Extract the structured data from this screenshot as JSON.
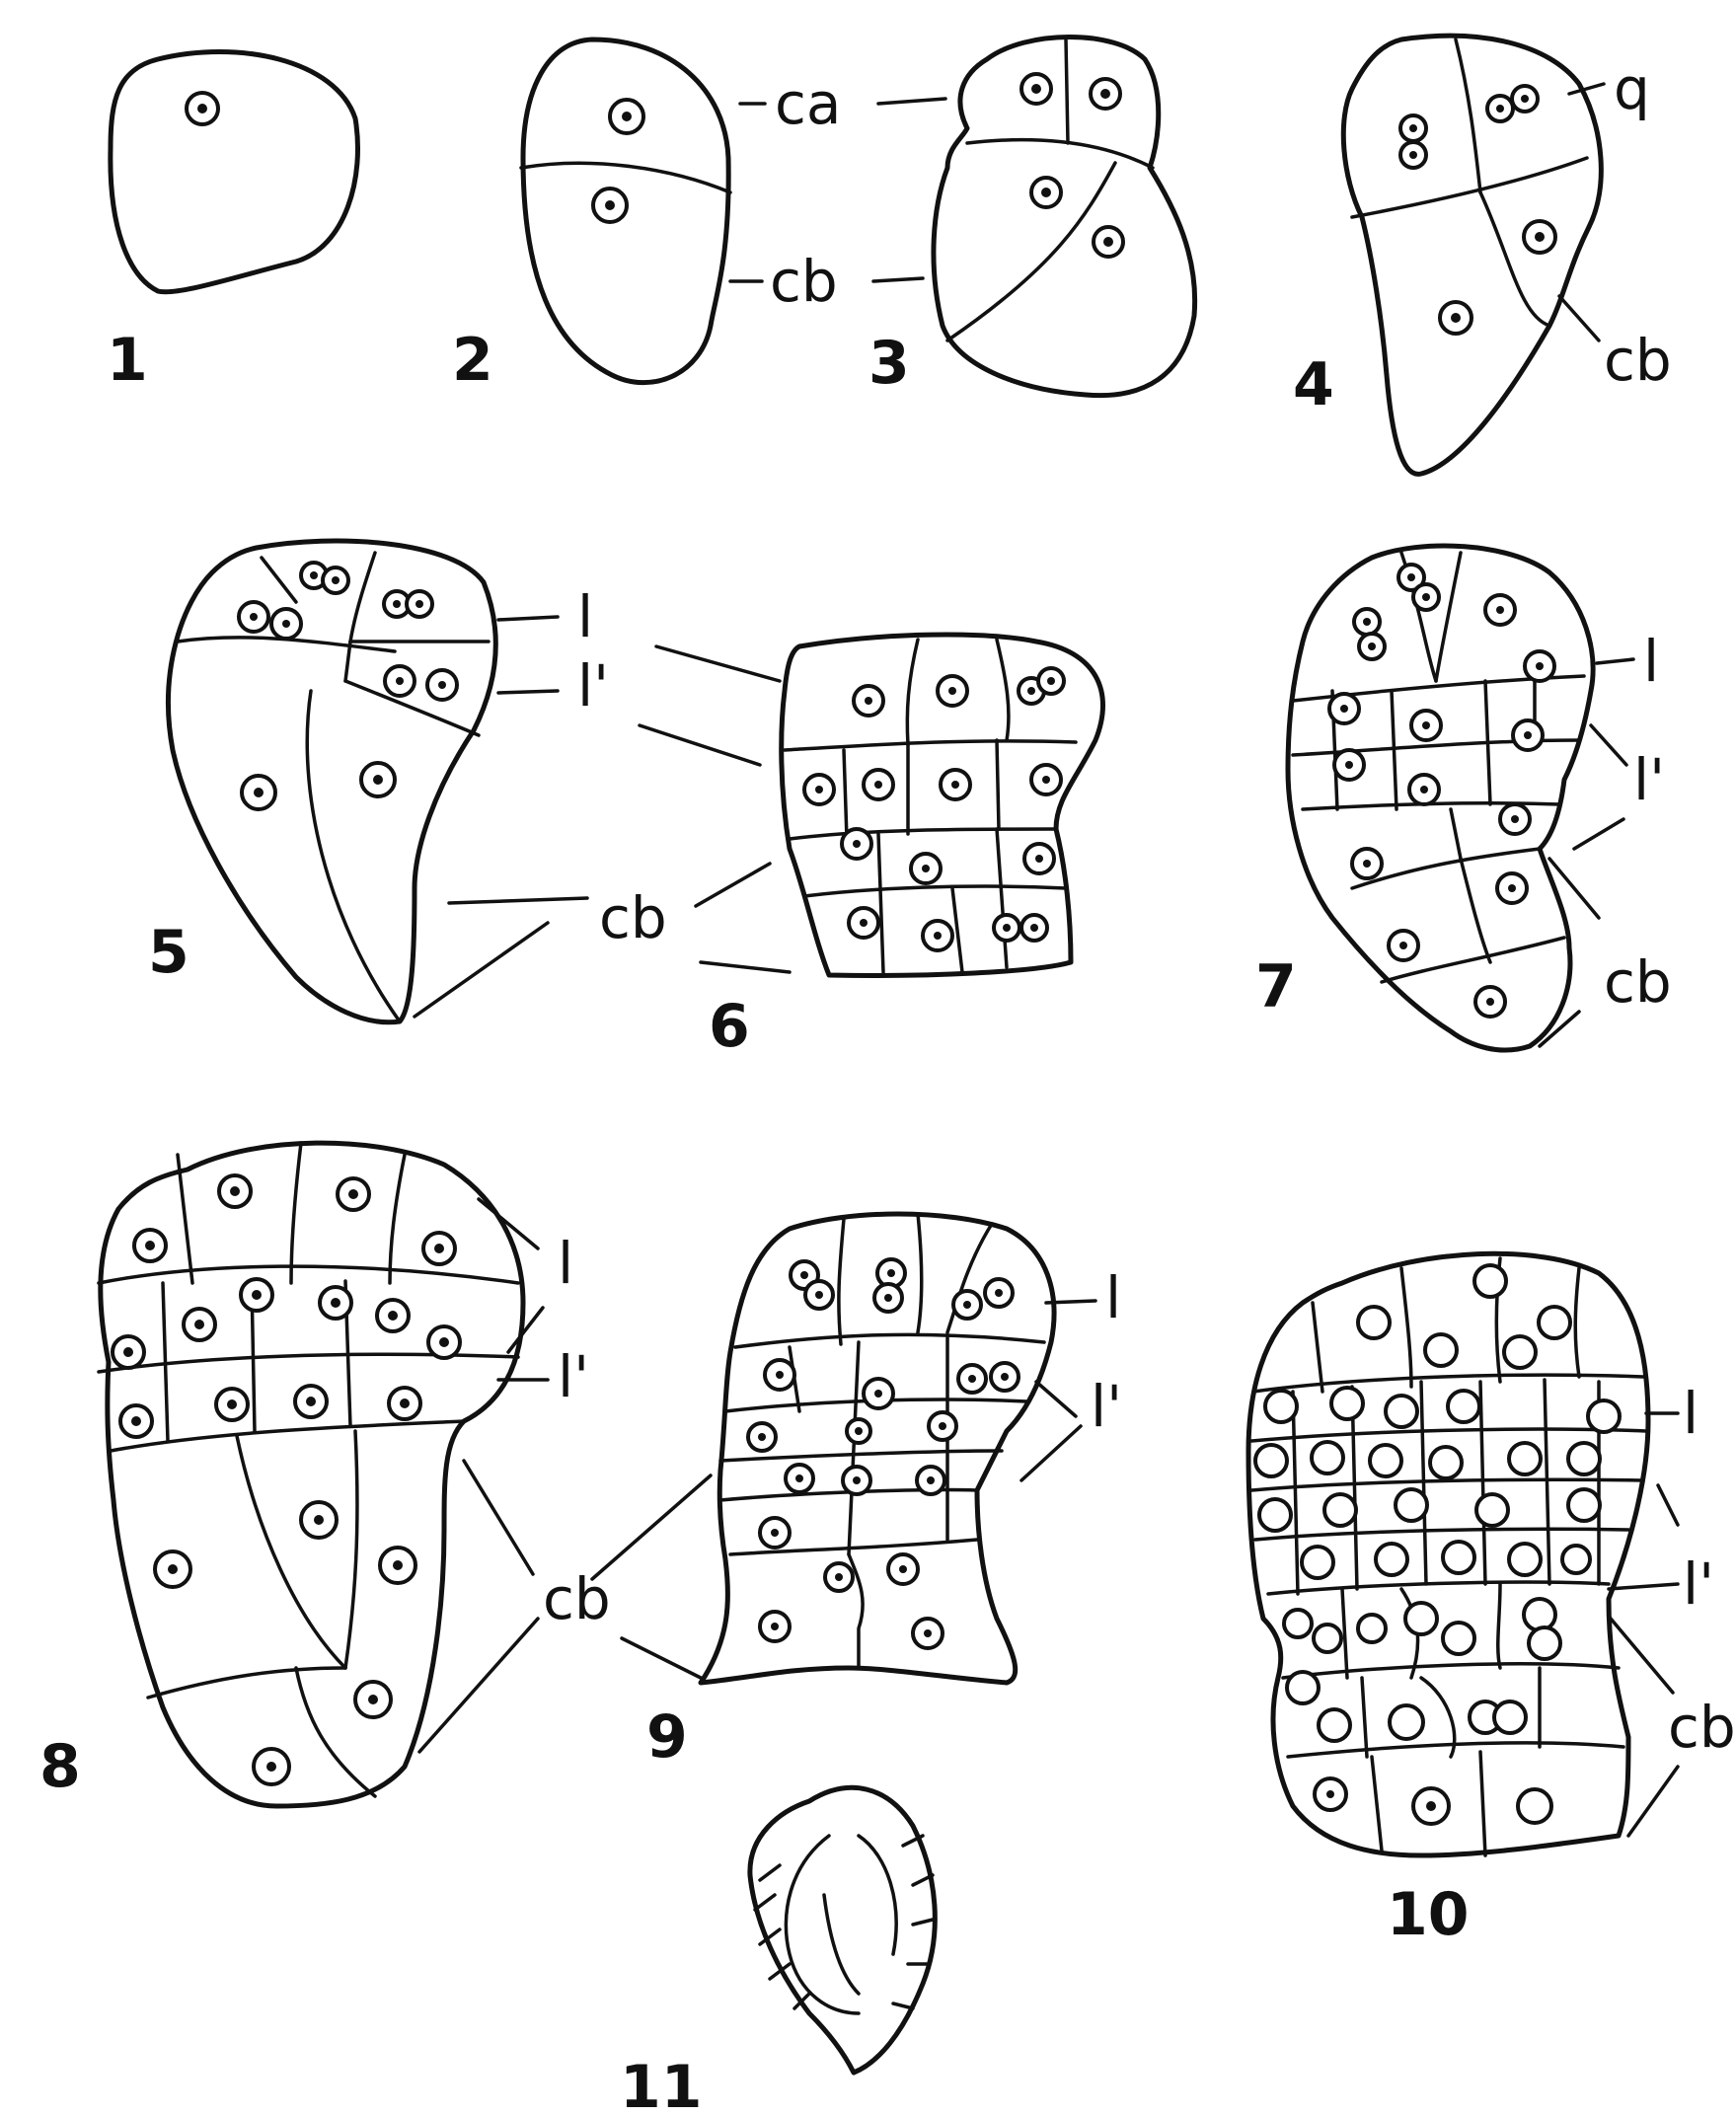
{
  "figures": [
    {
      "number": "1"
    },
    {
      "number": "2",
      "labels": [
        "ca",
        "cb"
      ]
    },
    {
      "number": "3"
    },
    {
      "number": "4",
      "labels": [
        "q",
        "cb"
      ]
    },
    {
      "number": "5",
      "labels": [
        "l",
        "l'",
        "cb"
      ]
    },
    {
      "number": "6"
    },
    {
      "number": "7",
      "labels": [
        "l",
        "l'",
        "cb"
      ]
    },
    {
      "number": "8",
      "labels": [
        "l",
        "l'",
        "cb"
      ]
    },
    {
      "number": "9",
      "labels": [
        "l",
        "l'",
        "cb"
      ]
    },
    {
      "number": "10",
      "labels": [
        "l",
        "l'",
        "cb"
      ]
    },
    {
      "number": "11"
    }
  ]
}
